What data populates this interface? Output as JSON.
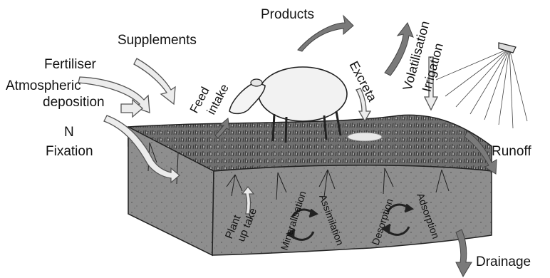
{
  "labels": {
    "products": "Products",
    "supplements": "Supplements",
    "fertiliser": "Fertiliser",
    "atmospheric": "Atmospheric",
    "deposition": "deposition",
    "n": "N",
    "fixation": "Fixation",
    "feed": "Feed",
    "intake": "intake",
    "excreta": "Excreta",
    "volatilisation": "Volatilisation",
    "irrigation": "Irrigation",
    "runoff": "Runoff",
    "drainage": "Drainage",
    "plant": "Plant",
    "uptake": "up take",
    "mineralisation": "Mineralisation",
    "assimilation": "Assimilation",
    "desorption": "Desorption",
    "adsorption": "Adsorption"
  },
  "colors": {
    "soil_front": "#8c8c8c",
    "soil_side": "#9a9a9a",
    "turf": "#6b6b6b",
    "arrow_dark": "#7a7a7a",
    "arrow_outline": "#555555",
    "arrow_light_fill": "#ececec"
  }
}
